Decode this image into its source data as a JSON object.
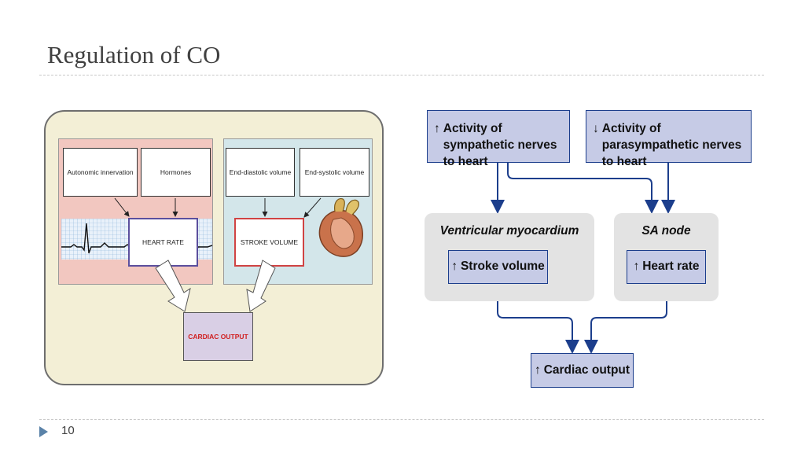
{
  "slide": {
    "title": "Regulation of CO",
    "page_number": "10"
  },
  "left_figure": {
    "autonomic": "Autonomic innervation",
    "hormones": "Hormones",
    "end_diastolic": "End-diastolic volume",
    "end_systolic": "End-systolic volume",
    "heart_rate": "HEART RATE",
    "stroke_volume": "STROKE VOLUME",
    "cardiac_output": "CARDIAC OUTPUT"
  },
  "right_figure": {
    "symp": "Activity of sympathetic nerves to heart",
    "parasymp": "Activity of parasympathetic nerves to heart",
    "symp_arrow": "↑",
    "parasymp_arrow": "↓",
    "ventricular": "Ventricular myocardium",
    "sa_node": "SA node",
    "stroke_volume": "Stroke volume",
    "heart_rate": "Heart rate",
    "cardiac_output": "Cardiac output",
    "up_arrow": "↑"
  },
  "colors": {
    "flow_line": "#1c3e8c",
    "box_fill": "#c6cbe6",
    "group_fill": "#e3e3e3"
  }
}
